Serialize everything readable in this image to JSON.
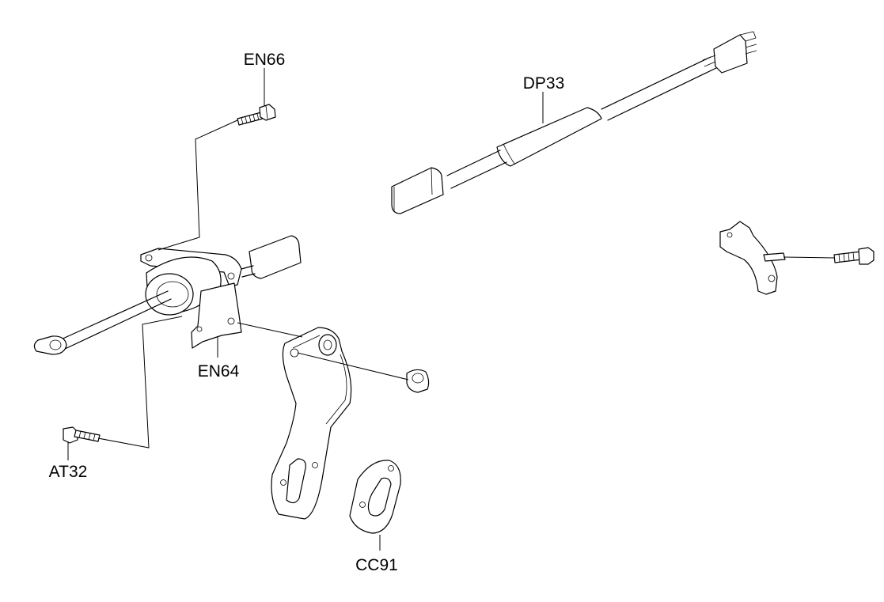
{
  "labels": {
    "en66": "EN66",
    "dp33": "DP33",
    "en64": "EN64",
    "at32": "AT32",
    "cc91": "CC91"
  }
}
